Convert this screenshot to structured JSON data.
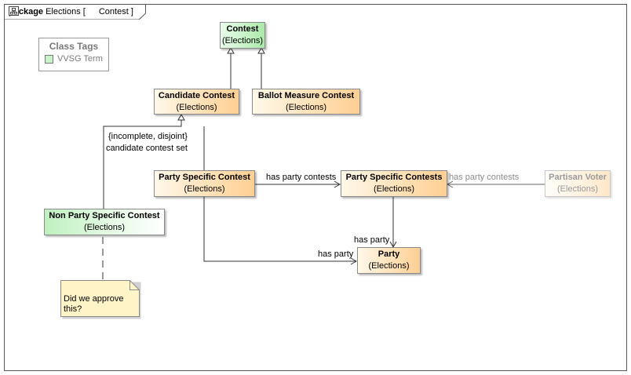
{
  "frame": {
    "keyword": "package",
    "owner": "Elections",
    "bracket_open": "[",
    "diagram_icon": "class-diagram-icon",
    "diagram_name": "Contest",
    "bracket_close": "]"
  },
  "legend": {
    "title": "Class Tags",
    "item": "VVSG Term",
    "item_color": "#c8f3c8"
  },
  "classes": {
    "contest": {
      "name": "Contest",
      "package": "(Elections)"
    },
    "candidate_contest": {
      "name": "Candidate Contest",
      "package": "(Elections)"
    },
    "ballot_measure_contest": {
      "name": "Ballot Measure Contest",
      "package": "(Elections)"
    },
    "party_specific_contest": {
      "name": "Party Specific Contest",
      "package": "(Elections)"
    },
    "party_specific_contests": {
      "name": "Party Specific Contests",
      "package": "(Elections)"
    },
    "partisan_voter": {
      "name": "Partisan Voter",
      "package": "(Elections)"
    },
    "non_party_specific_contest": {
      "name": "Non Party Specific Contest",
      "package": "(Elections)"
    },
    "party": {
      "name": "Party",
      "package": "(Elections)"
    }
  },
  "generalization_set": {
    "constraint": "{incomplete, disjoint}",
    "name": "candidate contest set"
  },
  "associations": {
    "psc_to_pscs": "has party contests",
    "voter_to_pscs": "has party contests",
    "pscs_to_party": "has party",
    "psc_to_party": "has party"
  },
  "note": {
    "line1": "Did we approve",
    "line2": "this?"
  },
  "colors": {
    "class_fill": "#ffd9a8",
    "vvsg_fill": "#c8f3c8",
    "note_fill": "#fff3c8",
    "line": "#333333",
    "faded_text": "#9a9a9a"
  }
}
